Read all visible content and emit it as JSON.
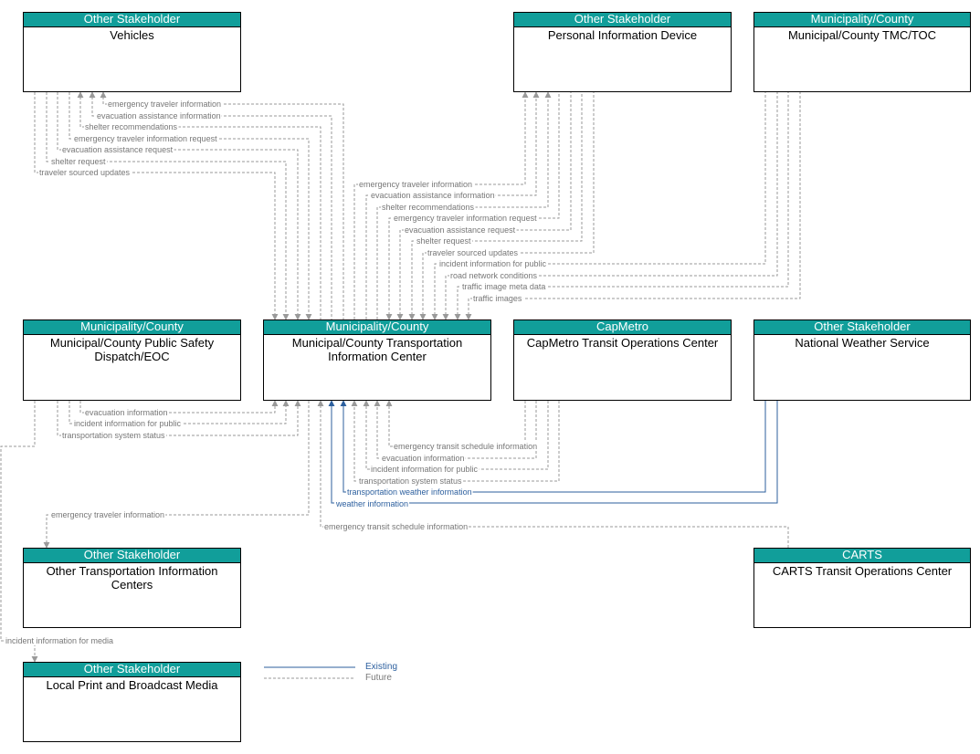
{
  "nodes": {
    "vehicles": {
      "stakeholder": "Other Stakeholder",
      "name": "Vehicles"
    },
    "pid": {
      "stakeholder": "Other Stakeholder",
      "name": "Personal Information Device"
    },
    "tmc": {
      "stakeholder": "Municipality/County",
      "name": "Municipal/County TMC/TOC"
    },
    "psd": {
      "stakeholder": "Municipality/County",
      "name": "Municipal/County Public Safety Dispatch/EOC"
    },
    "tic": {
      "stakeholder": "Municipality/County",
      "name": "Municipal/County Transportation Information Center"
    },
    "capmetro": {
      "stakeholder": "CapMetro",
      "name": "CapMetro Transit Operations Center"
    },
    "nws": {
      "stakeholder": "Other Stakeholder",
      "name": "National Weather Service"
    },
    "otic": {
      "stakeholder": "Other Stakeholder",
      "name": "Other Transportation Information Centers"
    },
    "carts": {
      "stakeholder": "CARTS",
      "name": "CARTS Transit Operations Center"
    },
    "media": {
      "stakeholder": "Other Stakeholder",
      "name": "Local Print and Broadcast Media"
    }
  },
  "flows": {
    "veh_eti": "emergency traveler information",
    "veh_eai": "evacuation assistance information",
    "veh_sr": "shelter recommendations",
    "veh_etir": "emergency traveler information request",
    "veh_ear": "evacuation assistance request",
    "veh_shr": "shelter request",
    "veh_tsu": "traveler sourced updates",
    "pid_eti": "emergency traveler information",
    "pid_eai": "evacuation assistance information",
    "pid_sr": "shelter recommendations",
    "pid_etir": "emergency traveler information request",
    "pid_ear": "evacuation assistance request",
    "pid_shr": "shelter request",
    "pid_tsu": "traveler sourced updates",
    "tmc_iip": "incident information for public",
    "tmc_rnc": "road network conditions",
    "tmc_timd": "traffic image meta data",
    "tmc_ti": "traffic images",
    "psd_ei": "evacuation information",
    "psd_iip": "incident information for public",
    "psd_tss": "transportation system status",
    "cm_etsi": "emergency transit schedule information",
    "cm_ei": "evacuation information",
    "cm_iip": "incident information for public",
    "cm_tss": "transportation system status",
    "nws_twi": "transportation weather information",
    "nws_wi": "weather information",
    "otic_eti": "emergency traveler information",
    "carts_etsi": "emergency transit schedule information",
    "media_iim": "incident information for media"
  },
  "legend": {
    "existing": "Existing",
    "future": "Future"
  },
  "colors": {
    "header": "#119e9a",
    "existing": "#2c5f9e",
    "future": "#9a9a9a"
  }
}
